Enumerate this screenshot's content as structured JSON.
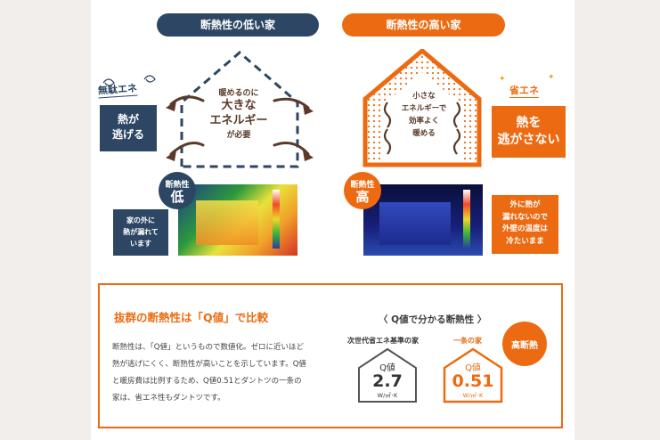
{
  "low_house": {
    "header": "断熱性の低い家",
    "sign": "無駄エネ",
    "inside_line1": "暖めるのに",
    "inside_line2": "大きな",
    "inside_line3": "エネルギー",
    "inside_line4": "が必要",
    "side_box_line1": "熱が",
    "side_box_line2": "逃げる",
    "badge_line1": "断熱性",
    "badge_line2": "低",
    "note_line1": "家の外に",
    "note_line2": "熱が漏れて",
    "note_line3": "います"
  },
  "high_house": {
    "header": "断熱性の高い家",
    "sign": "省エネ",
    "inside_line1": "小さな",
    "inside_line2": "エネルギーで",
    "inside_line3": "効率よく",
    "inside_line4": "暖める",
    "side_box_line1": "熱を",
    "side_box_line2": "逃がさない",
    "badge_line1": "断熱性",
    "badge_line2": "高",
    "note_line1": "外に熱が",
    "note_line2": "漏れないので",
    "note_line3": "外壁の温度は",
    "note_line4": "冷たいまま"
  },
  "bottom": {
    "title": "抜群の断熱性は「Q値」で比較",
    "body_line1": "断熱性は、「Q値」というもので数値化。ゼロに近いほど",
    "body_line2": "熱が逃げにくく、断熱性が高いことを示しています。Q値",
    "body_line3": "と暖房費は比例するため、Q値0.51とダントツの一条の",
    "body_line4": "家は、省エネ性もダントツです。",
    "q_title": "〈 Q値で分かる断熱性 〉",
    "standard_label": "次世代省エネ基準の家",
    "standard_q": "Q値",
    "standard_value": "2.7",
    "standard_unit": "W/㎡･K",
    "ichijo_label": "一条の家",
    "ichijo_q": "Q値",
    "ichijo_value": "0.51",
    "ichijo_unit": "W/㎡･K",
    "high_badge": "高断熱"
  },
  "colors": {
    "navy": "#2c4663",
    "orange": "#ec6b12",
    "brown": "#5a3a28",
    "background": "#f2eeec"
  }
}
